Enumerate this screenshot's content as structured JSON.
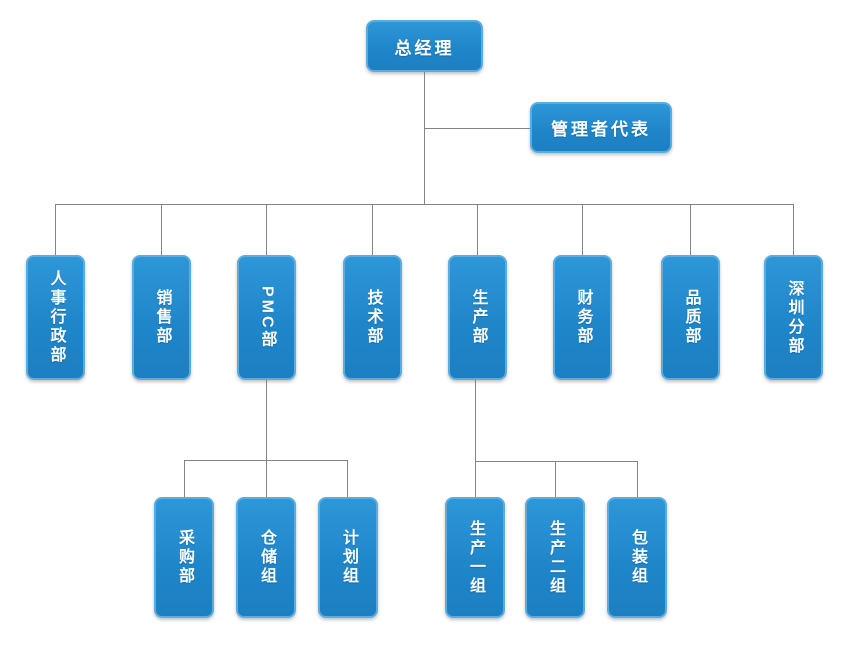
{
  "colors": {
    "node_fill": "#1f86ca",
    "node_fill_top": "#2e97d8",
    "node_border": "#5bacdf",
    "node_text": "#ffffff",
    "connector": "#858585",
    "background": "#ffffff"
  },
  "nodes": {
    "root": {
      "label": "总经理"
    },
    "management_rep": {
      "label": "管理者代表"
    },
    "departments": [
      {
        "label": "人事行政部"
      },
      {
        "label": "销售部"
      },
      {
        "label": "PMC部"
      },
      {
        "label": "技术部"
      },
      {
        "label": "生产部"
      },
      {
        "label": "财务部"
      },
      {
        "label": "品质部"
      },
      {
        "label": "深圳分部"
      }
    ],
    "pmc_children": [
      {
        "label": "采购部"
      },
      {
        "label": "仓储组"
      },
      {
        "label": "计划组"
      }
    ],
    "production_children": [
      {
        "label": "生产一组"
      },
      {
        "label": "生产二组"
      },
      {
        "label": "包装组"
      }
    ]
  }
}
